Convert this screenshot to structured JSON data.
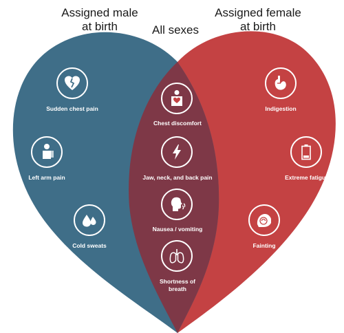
{
  "headings": {
    "male_line1": "Assigned male",
    "male_line2": "at birth",
    "all": "All sexes",
    "female_line1": "Assigned female",
    "female_line2": "at birth"
  },
  "colors": {
    "male": "#3f6e88",
    "female": "#c44243",
    "overlap": "#7e3847",
    "icon_stroke": "#ffffff"
  },
  "symptoms": {
    "male": [
      {
        "label": "Sudden chest pain",
        "icon": "broken-heart-icon"
      },
      {
        "label": "Left arm pain",
        "icon": "person-arm-icon"
      },
      {
        "label": "Cold sweats",
        "icon": "droplets-icon"
      }
    ],
    "all": [
      {
        "label": "Chest discomfort",
        "icon": "chest-heart-icon"
      },
      {
        "label": "Jaw, neck, and back pain",
        "icon": "lightning-bolt-icon"
      },
      {
        "label": "Nausea / vomiting",
        "icon": "nauseous-face-icon"
      },
      {
        "label_line1": "Shortness of",
        "label_line2": "breath",
        "icon": "lungs-icon"
      }
    ],
    "female": [
      {
        "label": "Indigestion",
        "icon": "stomach-icon"
      },
      {
        "label": "Extreme fatigue",
        "icon": "low-battery-icon"
      },
      {
        "label": "Fainting",
        "icon": "dizzy-spiral-icon"
      }
    ]
  }
}
